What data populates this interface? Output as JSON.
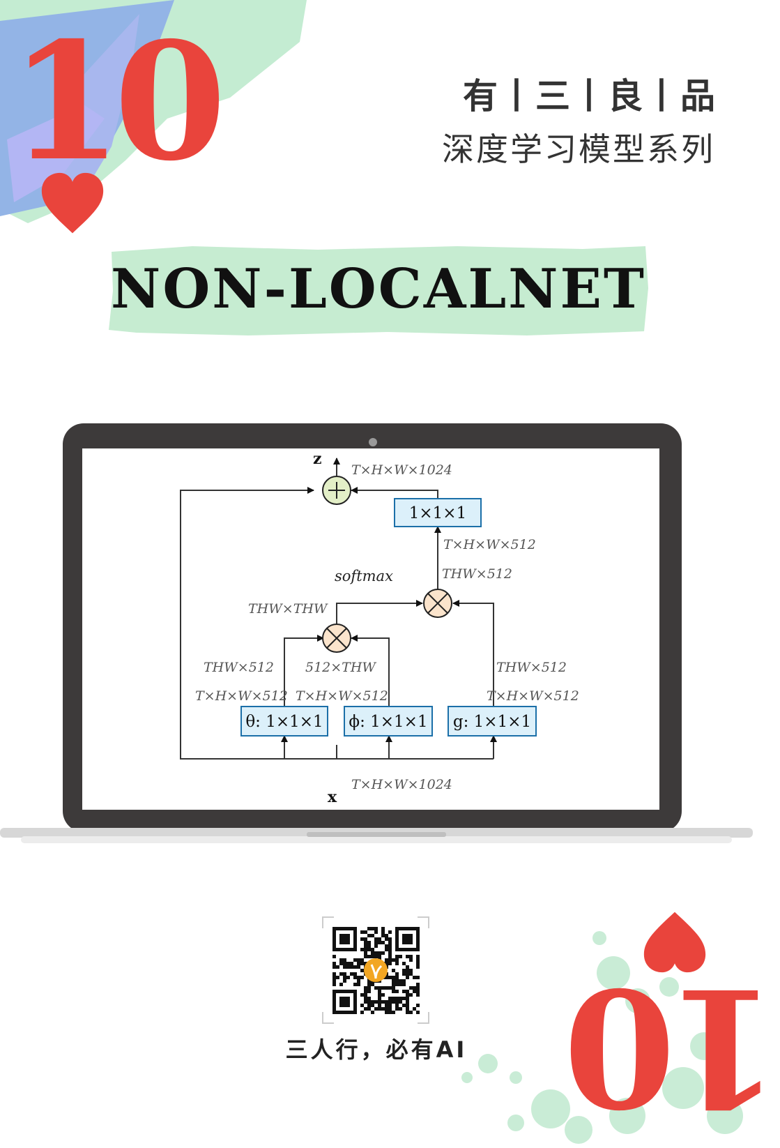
{
  "rank": {
    "top": "10",
    "bottom": "10",
    "suit": "heart-icon"
  },
  "brand": {
    "title": "有丨三丨良丨品",
    "subtitle": "深度学习模型系列"
  },
  "model_title": "NON-LOCALNET",
  "diagram": {
    "output_node": "z",
    "input_node": "x",
    "out_dims": "T×H×W×1024",
    "in_dims": "T×H×W×1024",
    "conv_out": "1×1×1",
    "conv_out_dims": "T×H×W×512",
    "mult_out_dims": "THW×512",
    "softmax": "softmax",
    "attn_dims": "THW×THW",
    "theta": {
      "label": "θ: 1×1×1",
      "reshape": "THW×512",
      "dims": "T×H×W×512"
    },
    "phi": {
      "label": "ϕ: 1×1×1",
      "reshape": "512×THW",
      "dims": "T×H×W×512"
    },
    "g": {
      "label": "g: 1×1×1",
      "reshape": "THW×512",
      "dims": "T×H×W×512"
    }
  },
  "footer": {
    "slogan": "三人行，必有AI"
  },
  "colors": {
    "accent": "#e9443c",
    "band": "#c6ecd1",
    "box_fill": "#dcf0fa",
    "box_stroke": "#1b6fa8",
    "add_fill": "#e3efc7",
    "mult_fill": "#fbe4cc",
    "laptop": "#3d3a3a"
  }
}
